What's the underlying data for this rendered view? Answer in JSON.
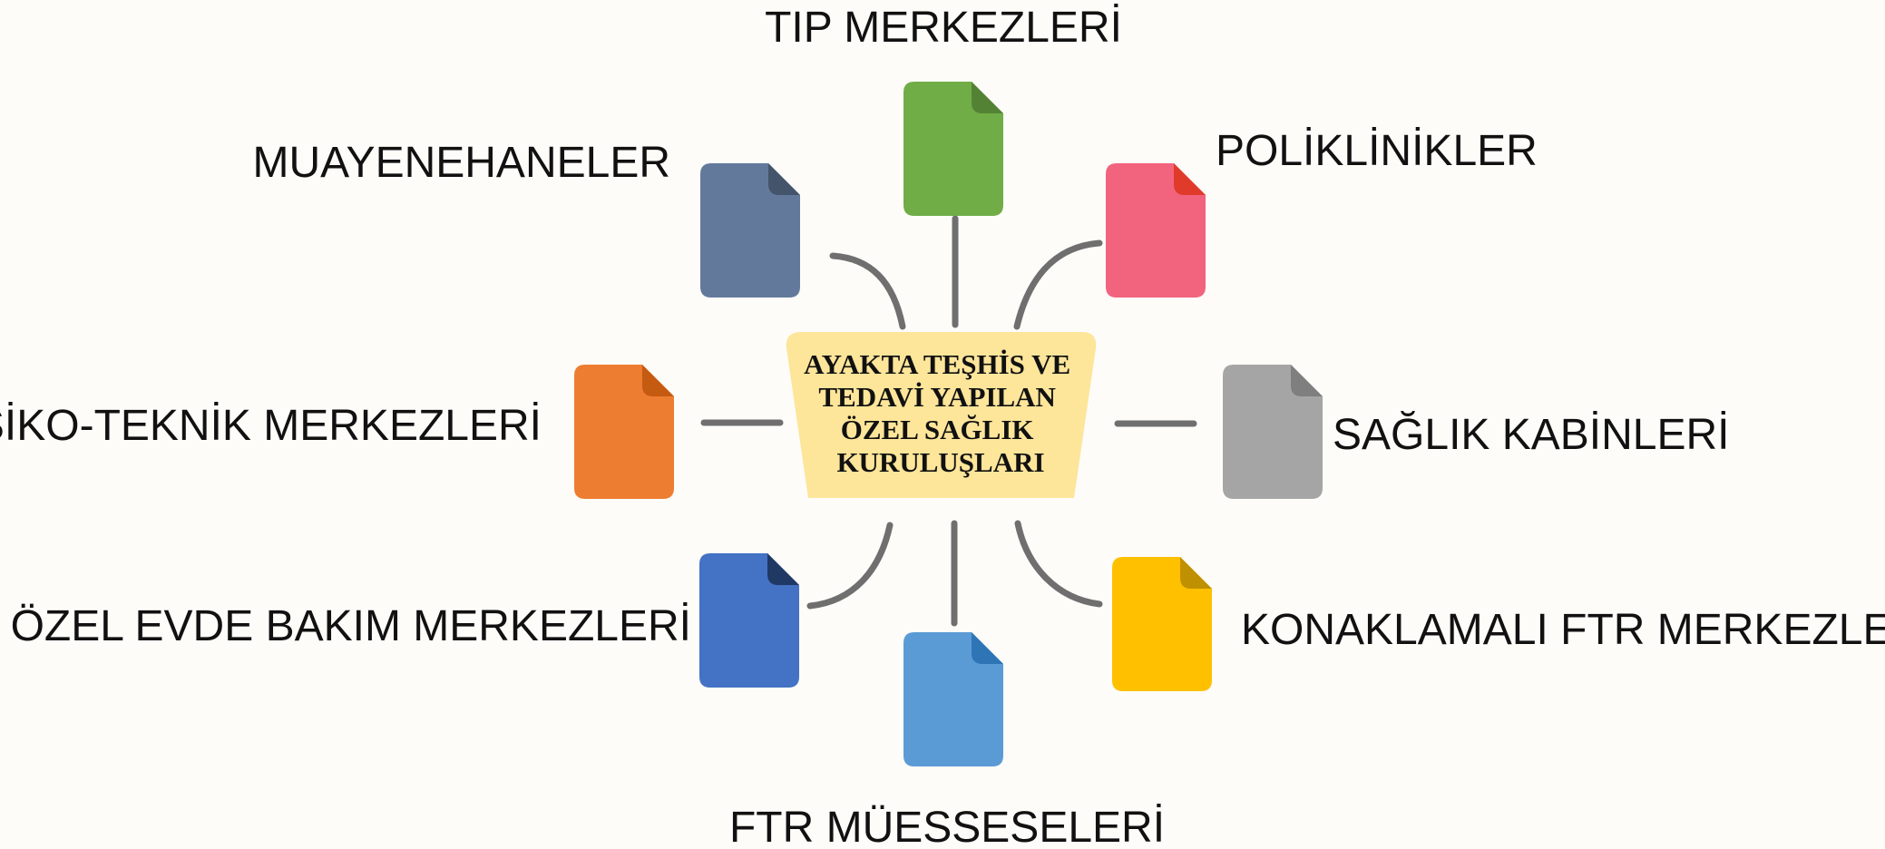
{
  "center": {
    "lines": [
      "AYAKTA TEŞHİS VE",
      "TEDAVİ YAPILAN",
      "ÖZEL SAĞLIK",
      "KURULUŞLARI"
    ],
    "fill": "#fde59a"
  },
  "nodes": [
    {
      "id": "tip",
      "label": "TIP MERKEZLERİ",
      "icon": "document-icon",
      "color": "#70ad47",
      "fold": "#548235"
    },
    {
      "id": "poliklinik",
      "label": "POLİKLİNİKLER",
      "icon": "document-icon",
      "color": "#f2637e",
      "fold": "#e03a2a"
    },
    {
      "id": "saglik-kabin",
      "label": "SAĞLIK KABİNLERİ",
      "icon": "document-icon",
      "color": "#a5a5a5",
      "fold": "#7f7f7f"
    },
    {
      "id": "konaklamali",
      "label": "KONAKLAMALI FTR MERKEZLERİ",
      "icon": "document-icon",
      "color": "#ffc000",
      "fold": "#bf9000"
    },
    {
      "id": "ftr",
      "label": "FTR MÜESSESELERİ",
      "icon": "document-icon",
      "color": "#5b9bd5",
      "fold": "#2e75b6"
    },
    {
      "id": "evde-bakim",
      "label": "ÖZEL EVDE BAKIM MERKEZLERİ",
      "icon": "document-icon",
      "color": "#4472c4",
      "fold": "#203864"
    },
    {
      "id": "psiko",
      "label": "PSİKO-TEKNİK MERKEZLERİ",
      "icon": "document-icon",
      "color": "#ed7d31",
      "fold": "#c55a11"
    },
    {
      "id": "muayene",
      "label": "MUAYENEHANELER",
      "icon": "document-icon",
      "color": "#63799c",
      "fold": "#44546a"
    }
  ]
}
